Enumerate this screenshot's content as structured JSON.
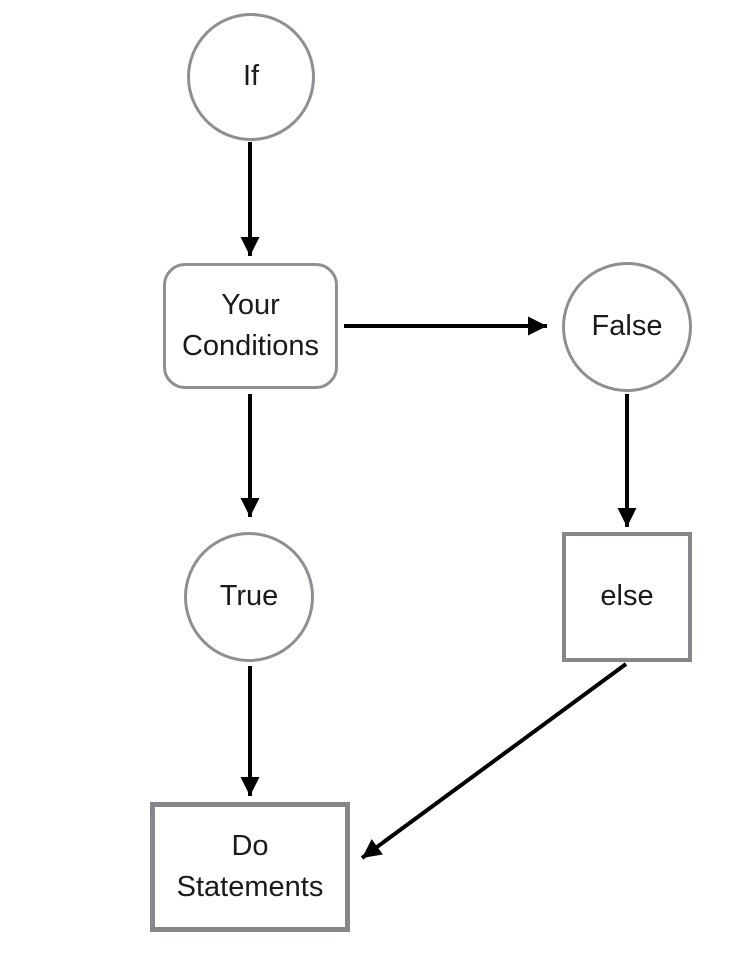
{
  "diagram": {
    "type": "flowchart",
    "topic": "if-else control flow",
    "background_color": "#ffffff",
    "colors": {
      "circle_border": "#8e8e93",
      "box_border": "#85878a",
      "arrow": "#000000",
      "text": "#1a1a1a"
    },
    "nodes": {
      "if": {
        "label": "If",
        "shape": "circle"
      },
      "conditions": {
        "label": "Your Conditions",
        "shape": "rounded-rectangle"
      },
      "false": {
        "label": "False",
        "shape": "circle"
      },
      "true": {
        "label": "True",
        "shape": "circle"
      },
      "else": {
        "label": "else",
        "shape": "square"
      },
      "do": {
        "label": "Do Statements",
        "shape": "rectangle"
      }
    },
    "edges": [
      {
        "from": "If",
        "to": "Your Conditions",
        "direction": "down"
      },
      {
        "from": "Your Conditions",
        "to": "False",
        "direction": "right"
      },
      {
        "from": "Your Conditions",
        "to": "True",
        "direction": "down"
      },
      {
        "from": "False",
        "to": "else",
        "direction": "down"
      },
      {
        "from": "True",
        "to": "Do Statements",
        "direction": "down"
      },
      {
        "from": "else",
        "to": "Do Statements",
        "direction": "diagonal-down-left"
      }
    ]
  }
}
